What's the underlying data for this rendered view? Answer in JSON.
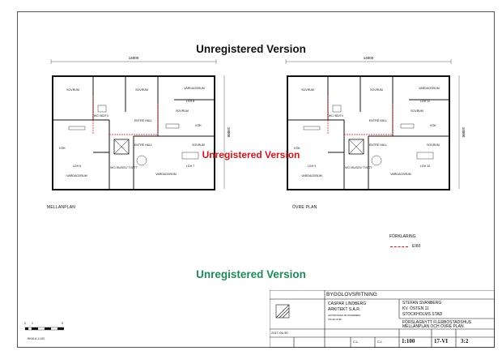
{
  "watermark": {
    "top": "Unregistered Version",
    "middle": "Unregistered Version",
    "bottom": "Unregistered Version"
  },
  "plans": [
    {
      "title": "MELLANPLAN",
      "width_dim": "14000",
      "height_dim": "10000",
      "rooms": [
        "SOVRUM",
        "SOVRUM",
        "VARDAGSRUM",
        "LGH 8",
        "KÖK",
        "ENTRÉ HALL",
        "WC/ BD/TV",
        "KÖK",
        "LGH 6",
        "VARDAGSRUM",
        "ENTRÉ HALL",
        "WC/ BUSDV/ TVÄTT",
        "LGH 7",
        "VARDAGSRUM",
        "SOVRUM",
        "SOVRUM"
      ]
    },
    {
      "title": "ÖVRE PLAN",
      "width_dim": "14000",
      "height_dim": "10000",
      "rooms": [
        "SOVRUM",
        "SOVRUM",
        "VARDAGSRUM",
        "LGH 11",
        "KÖK",
        "ENTRÉ HALL",
        "WC/ BD/TV",
        "KÖK",
        "LGH 9",
        "VARDAGSRUM",
        "ENTRÉ HALL",
        "WC/ BUSDV/ TVÄTT",
        "LGH 10",
        "VARDAGSRUM",
        "SOVRUM",
        "SOVRUM"
      ]
    }
  ],
  "legend": {
    "title": "FÖRKLARING",
    "item_label": "EI60",
    "line_color": "#d0151c"
  },
  "scale_bar": {
    "ticks": [
      "0",
      "1",
      "5"
    ],
    "label": "SKALA 1:100"
  },
  "title_block": {
    "header": "BYGGLOVSRITNING",
    "architect_name": "CASPAR LINDBERG",
    "architect_role": "ARKITEKT   S.A.R.",
    "architect_address": "HATTARVÄGEN 2B  MOSSEBERG",
    "architect_contact": "070-402 22 86",
    "client_line1": "STEFAN SVANBERG",
    "client_line2": "KV. ÖSTEN 11",
    "client_line3": "STOCKHOLMS STAD",
    "project_line1": "FÖRSLAGNYTT FLERBOSTADSHUS",
    "project_line2": "MELLANPLAN OCH ÖVRE PLAN",
    "date": "2017-06-30",
    "scale": "1:100",
    "drawing_no": "17-VI",
    "sheet_no": "3:2",
    "initials1": "C.L.",
    "initials2": "C.L."
  }
}
